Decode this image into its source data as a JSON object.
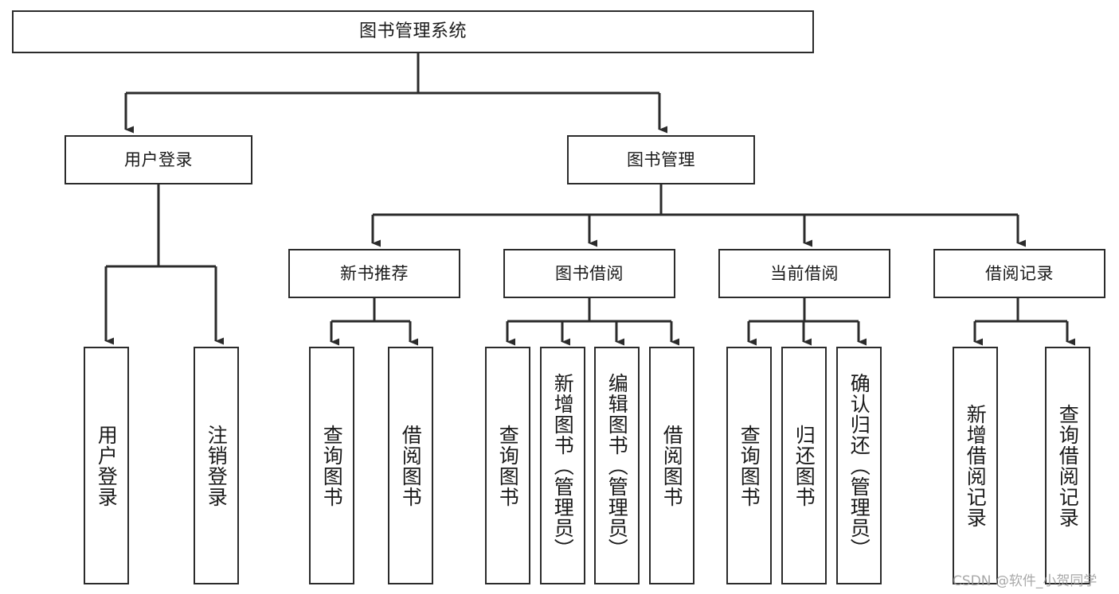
{
  "diagram": {
    "title": "图书管理系统",
    "type": "hierarchy-tree",
    "watermark": "CSDN @软件_小贺同学",
    "colors": {
      "box_border": "#2b2b2b",
      "box_fill": "#ffffff",
      "connector": "#2b2b2b",
      "text": "#1a1a1a",
      "watermark": "#9a9a9a",
      "background": "#ffffff"
    },
    "nodes": {
      "root": {
        "label": "图书管理系统"
      },
      "level1": [
        {
          "label": "用户登录"
        },
        {
          "label": "图书管理"
        }
      ],
      "level2": [
        {
          "label": "新书推荐"
        },
        {
          "label": "图书借阅"
        },
        {
          "label": "当前借阅"
        },
        {
          "label": "借阅记录"
        }
      ],
      "leaves": {
        "user_login": [
          {
            "label": "用户登录"
          },
          {
            "label": "注销登录"
          }
        ],
        "new_book_recommend": [
          {
            "label": "查询图书"
          },
          {
            "label": "借阅图书"
          }
        ],
        "book_borrow": [
          {
            "label": "查询图书"
          },
          {
            "label": "新增图书（管理员）"
          },
          {
            "label": "编辑图书（管理员）"
          },
          {
            "label": "借阅图书"
          }
        ],
        "current_borrow": [
          {
            "label": "查询图书"
          },
          {
            "label": "归还图书"
          },
          {
            "label": "确认归还（管理员）"
          }
        ],
        "borrow_record": [
          {
            "label": "新增借阅记录"
          },
          {
            "label": "查询借阅记录"
          }
        ]
      }
    }
  }
}
